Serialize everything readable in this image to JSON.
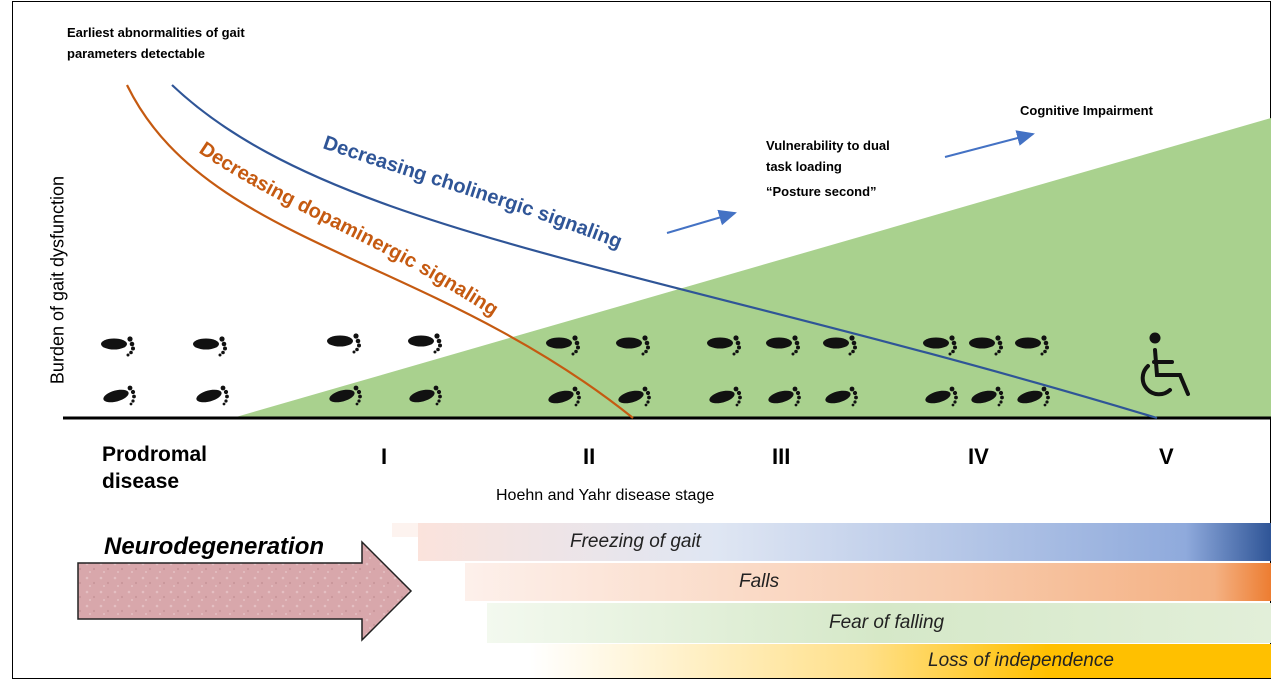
{
  "notes": {
    "earliest_line1": "Earliest abnormalities of gait",
    "earliest_line2": "parameters detectable",
    "cognitive": "Cognitive Impairment",
    "vulnerability_line1": "Vulnerability to dual",
    "vulnerability_line2": "task loading",
    "posture": "“Posture second”"
  },
  "curves": {
    "cholinergic": "Decreasing cholinergic signaling",
    "dopaminergic": "Decreasing dopaminergic signaling"
  },
  "y_axis_label": "Burden of gait dysfunction",
  "stages": {
    "prodromal_line1": "Prodromal",
    "prodromal_line2": "disease",
    "s1": "I",
    "s2": "II",
    "s3": "III",
    "s4": "IV",
    "s5": "V"
  },
  "x_axis_label": "Hoehn and Yahr disease stage",
  "neurodegeneration": "Neurodegeneration",
  "bars": {
    "freezing": "Freezing of gait",
    "falls": "Falls",
    "fear": "Fear of falling",
    "loss": "Loss of independence"
  },
  "colors": {
    "burden_fill": "#a9d18e",
    "cholinergic": "#2f5597",
    "dopaminergic": "#c55a11",
    "freezing_bar": "#2f5597",
    "falls_bar": "#ed7d31",
    "fear_bar": "#a9d18e",
    "loss_bar": "#ffc000",
    "arrow_fill": "#d9a9ad",
    "small_arrow": "#4472c4"
  },
  "icons": [
    "footprint-icon",
    "wheelchair-icon",
    "arrow-right-icon"
  ]
}
